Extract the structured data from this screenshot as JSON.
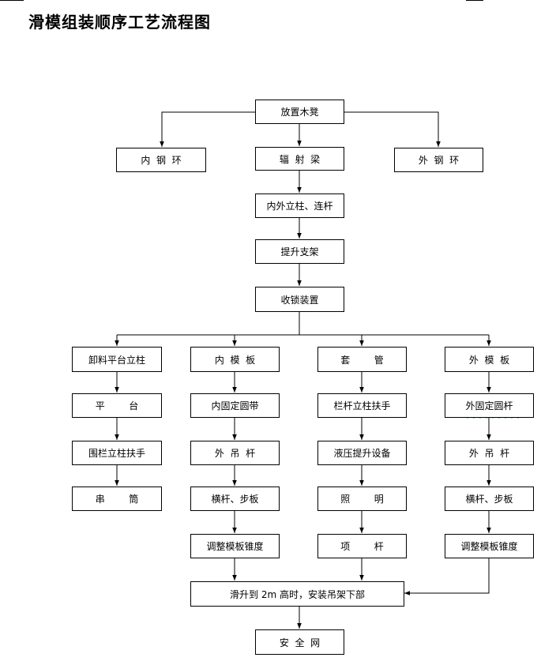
{
  "title": "滑模组装顺序工艺流程图",
  "nodes": {
    "place_stool": "放置木凳",
    "inner_steel_ring": "内  钢  环",
    "radial_beam": "辐  射  梁",
    "outer_steel_ring": "外  钢  环",
    "columns_rods": "内外立柱、连杆",
    "lift_frame": "提升支架",
    "retract_lock": "收锁装置",
    "unload_platform_column": "卸料平台立柱",
    "inner_formwork": "内  模  板",
    "sleeve_pipe": "套        管",
    "outer_formwork": "外  模  板",
    "platform": "平        台",
    "inner_fixed_hoop": "内固定圆带",
    "railing_column_handrail": "栏杆立柱扶手",
    "outer_fixed_hoop_rod": "外固定圆杆",
    "fence_column_handrail": "围栏立柱扶手",
    "inner_hanger_rod": "外  吊  杆",
    "hydraulic_lift_equipment": "液压提升设备",
    "outer_hanger_rod": "外  吊  杆",
    "chute": "串        筒",
    "inner_crossbar_board": "横杆、步板",
    "lighting": "照        明",
    "outer_crossbar_board": "横杆、步板",
    "adjust_taper_inner": "调整模板锥度",
    "top_rod": "项        杆",
    "adjust_taper_outer": "调整模板锥度",
    "slide_2m": "滑升到 2m 高时，安装吊架下部",
    "safety_net": "安  全  网"
  }
}
